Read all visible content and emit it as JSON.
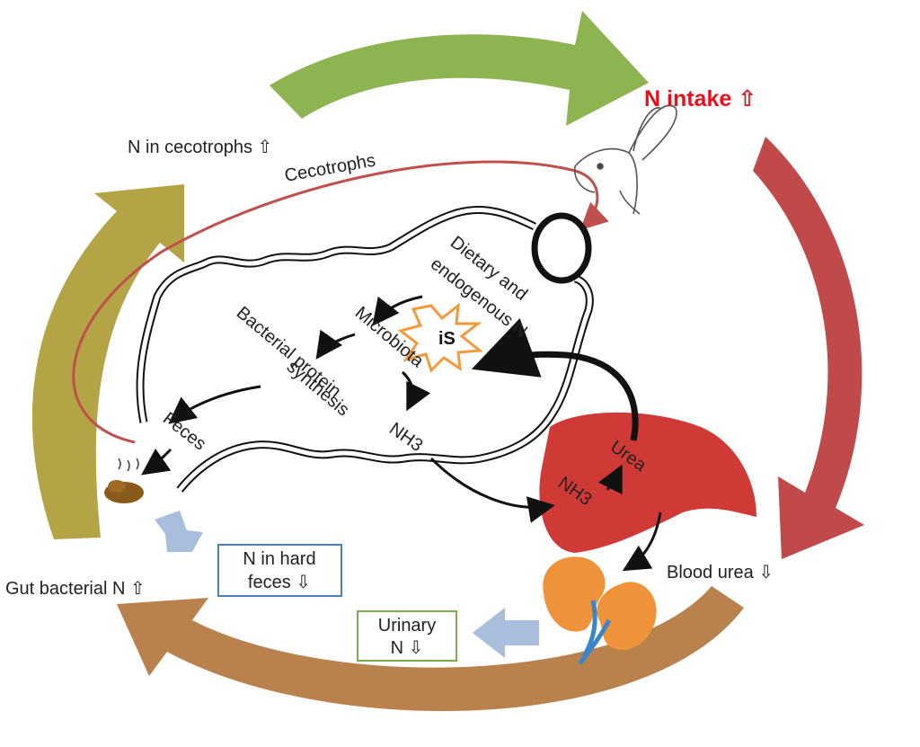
{
  "labels": {
    "n_intake": "N intake",
    "n_in_cecotrophs": "N in cecotrophs",
    "cecotrophs": "Cecotrophs",
    "dietary_line1": "Dietary and",
    "dietary_line2": "endogenous N",
    "is_badge": "iS",
    "microbiota": "Microbiota",
    "bacterial_line1": "Bacterial protein",
    "bacterial_line2": "synthesis",
    "nh3_gut": "NH3",
    "feces": "Feces",
    "urea": "Urea",
    "nh3_liver": "NH3",
    "gut_bacterial_n": "Gut bacterial N",
    "blood_urea": "Blood urea",
    "hard_feces_line1": "N in hard",
    "hard_feces_line2": "feces",
    "urinary_line1": "Urinary",
    "urinary_line2": "N"
  },
  "indicators": {
    "up": "⇧",
    "down": "⇩"
  },
  "colors": {
    "green_arrow": "#8DB450",
    "red_arrow": "#C04A4A",
    "brown_arrow": "#B9814B",
    "olive_arrow": "#B3A445",
    "intake_text": "#E8101A",
    "liver": "#D03A36",
    "kidney": "#F0923A",
    "ureter": "#3C86C8",
    "burst": "#F39A3C",
    "hard_feces_box": "#4A7FC2",
    "urinary_box": "#7AAE4A",
    "flow_arrow": "#A9BEDC",
    "cecotroph_line": "#C0504D"
  }
}
